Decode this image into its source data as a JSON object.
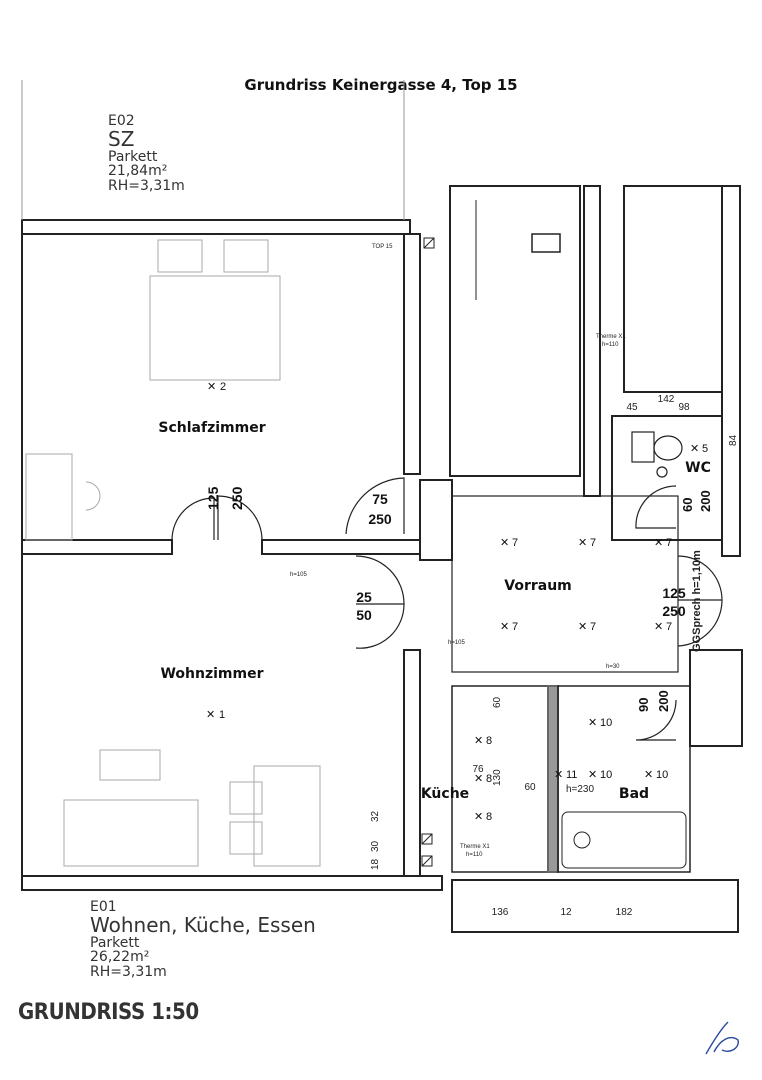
{
  "title": "Grundriss Keinergasse 4, Top 15",
  "scale_label": "GRUNDRISS 1:50",
  "room_info_top": {
    "code": "E02",
    "name": "SZ",
    "floor": "Parkett",
    "area": "21,84m²",
    "height": "RH=3,31m"
  },
  "room_info_bottom": {
    "code": "E01",
    "name": "Wohnen, Küche, Essen",
    "floor": "Parkett",
    "area": "26,22m²",
    "height": "RH=3,31m"
  },
  "room_labels": {
    "schlafzimmer": "Schlafzimmer",
    "wohnzimmer": "Wohnzimmer",
    "vorraum": "Vorraum",
    "kueche": "Küche",
    "bad": "Bad",
    "wc": "WC"
  },
  "dimensions": {
    "door_sz_w": "125",
    "door_sz_h": "250",
    "door_vr_w": "75",
    "door_vr_h": "250",
    "door_wz_w": "25",
    "door_wz_h": "50",
    "entry_w": "125",
    "entry_h": "250",
    "wc_door_w": "60",
    "wc_door_h": "200",
    "bad_door_w": "90",
    "bad_door_h": "200",
    "wc_total": "142",
    "wc_a": "45",
    "wc_b": "98",
    "wc_side": "84",
    "bottom_a": "136",
    "bottom_b": "12",
    "bottom_c": "182",
    "k_60": "60",
    "k_76": "76",
    "k_130": "130",
    "k_60b": "60",
    "k_h230": "h=230",
    "k_32": "32",
    "k_30": "30",
    "k_18": "18"
  },
  "markers": {
    "x1": "1",
    "x2": "2",
    "x5": "5",
    "x7": "7",
    "x8": "8",
    "x10": "10",
    "x11": "11"
  },
  "annotations": {
    "therme_top": "Therme X1",
    "therme_top_h": "h=110",
    "therme_bottom": "Therme X1",
    "therme_bottom_h": "h=110",
    "gg_sprech": "GGSprech h=1,10m",
    "outlet_h": "h=105",
    "outlet_h30": "h=30",
    "top_label": "TOP 15"
  },
  "signature": "signature-mark"
}
